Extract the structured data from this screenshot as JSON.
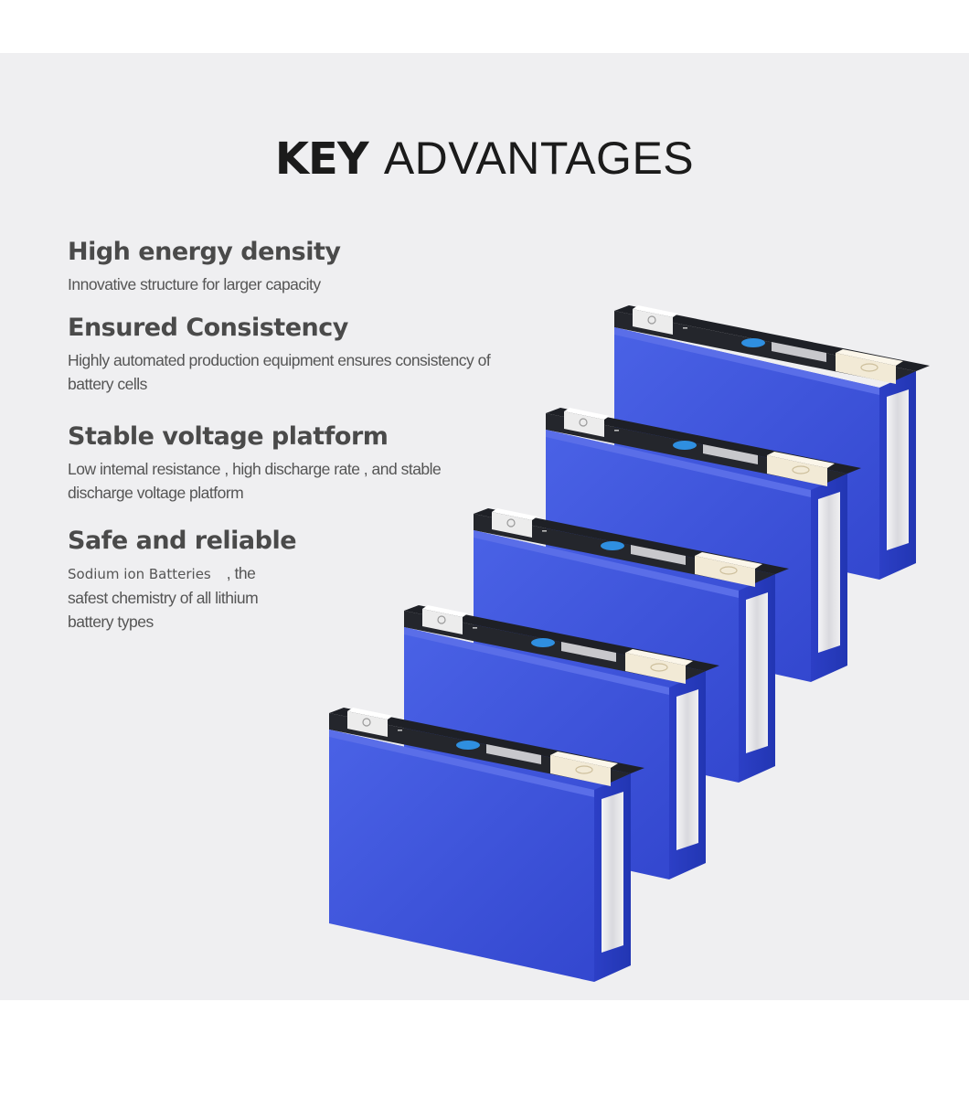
{
  "title": {
    "bold": "KEY",
    "normal": "ADVANTAGES"
  },
  "features": [
    {
      "heading": "High energy density",
      "text": "Innovative structure for larger capacity"
    },
    {
      "heading": "Ensured Consistency",
      "text_line1": "Highly automated production equipment ensures consistency of",
      "text_line2": "battery cells"
    },
    {
      "heading": "Stable voltage platform",
      "text_line1": "Low intemal resistance , high discharge rate , and stable",
      "text_line2": "discharge voltage platform"
    },
    {
      "heading": "Safe and reliable",
      "chem": "Sodium ion Batteries",
      "text_line1_suffix": " , the",
      "text_line2": "safest chemistry of all lithium",
      "text_line3": "battery types"
    }
  ],
  "colors": {
    "panel_bg": "#efeff1",
    "cell_front": "#3f56d9",
    "cell_side": "#2a3fc4",
    "cell_top": "#2b2d33",
    "terminal": "#f2ead6",
    "vent": "#2f8fe0"
  }
}
